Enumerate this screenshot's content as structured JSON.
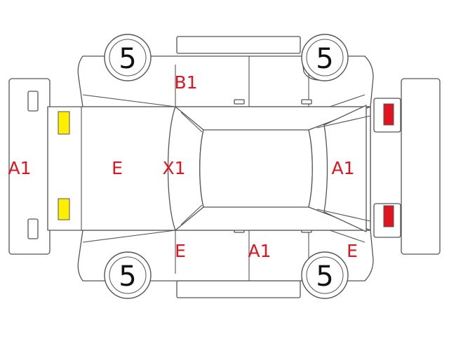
{
  "tires": {
    "front_left": "5",
    "front_right": "5",
    "rear_left": "5",
    "rear_right": "5"
  },
  "damage_codes": {
    "rear_bumper": "A1",
    "trunk_lid": "E",
    "rear_glass": "X1",
    "roof_pillar_top": "B1",
    "hood": "A1",
    "pillar_bottom": "E",
    "door_bottom": "A1",
    "fender_bottom": "E"
  },
  "colors": {
    "damage_text": "#e0141e",
    "rear_lamp_marker": "#ffee00",
    "front_lamp_marker": "#e0141e",
    "outline": "#555555"
  }
}
